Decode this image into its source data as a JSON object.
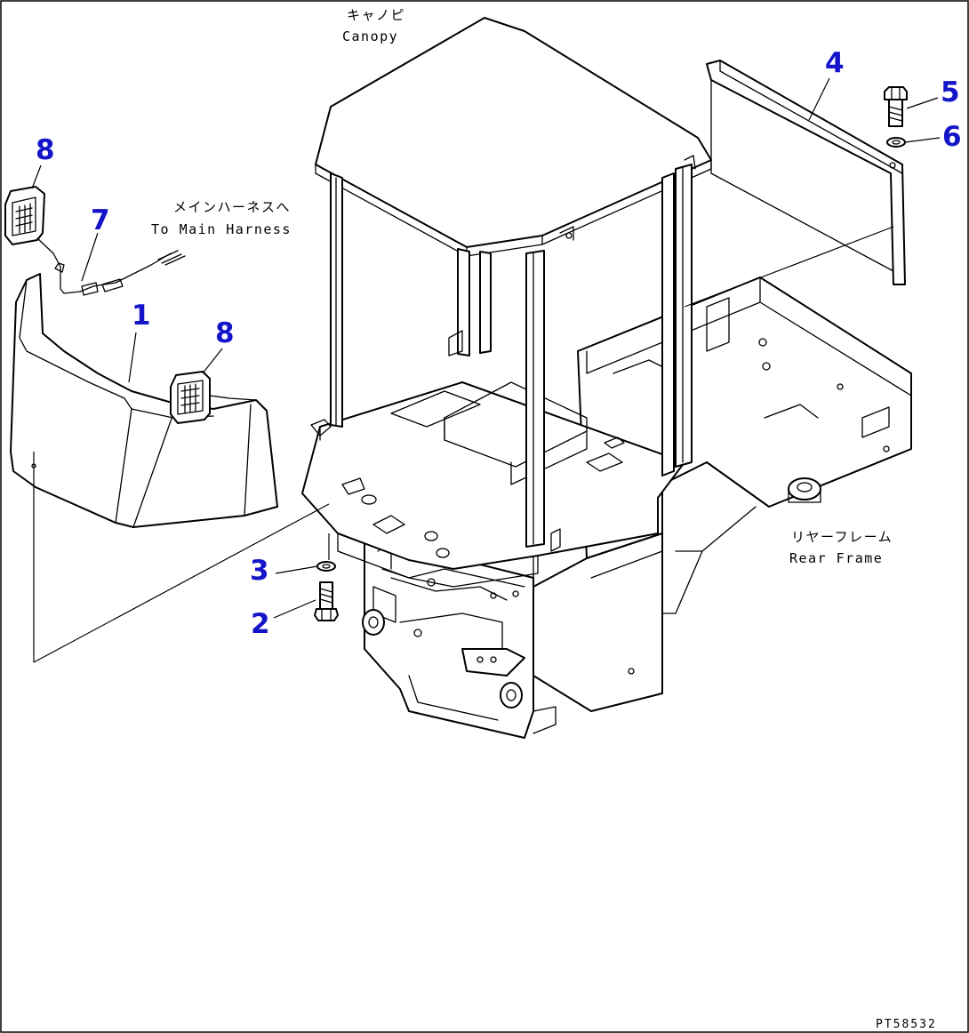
{
  "labels": {
    "canopy_jp": "キャノピ",
    "canopy_en": "Canopy",
    "harness_jp": "メインハーネスへ",
    "harness_en": "To Main Harness",
    "rear_frame_jp": "リヤーフレーム",
    "rear_frame_en": "Rear Frame"
  },
  "callouts": [
    {
      "id": "1",
      "label": "1"
    },
    {
      "id": "2",
      "label": "2"
    },
    {
      "id": "3",
      "label": "3"
    },
    {
      "id": "4",
      "label": "4"
    },
    {
      "id": "5",
      "label": "5"
    },
    {
      "id": "6",
      "label": "6"
    },
    {
      "id": "7",
      "label": "7"
    },
    {
      "id": "8a",
      "label": "8"
    },
    {
      "id": "8b",
      "label": "8"
    }
  ],
  "drawing_code": "PT58532",
  "colors": {
    "callout": "#1414c8",
    "line": "#000000",
    "background": "#ffffff"
  }
}
